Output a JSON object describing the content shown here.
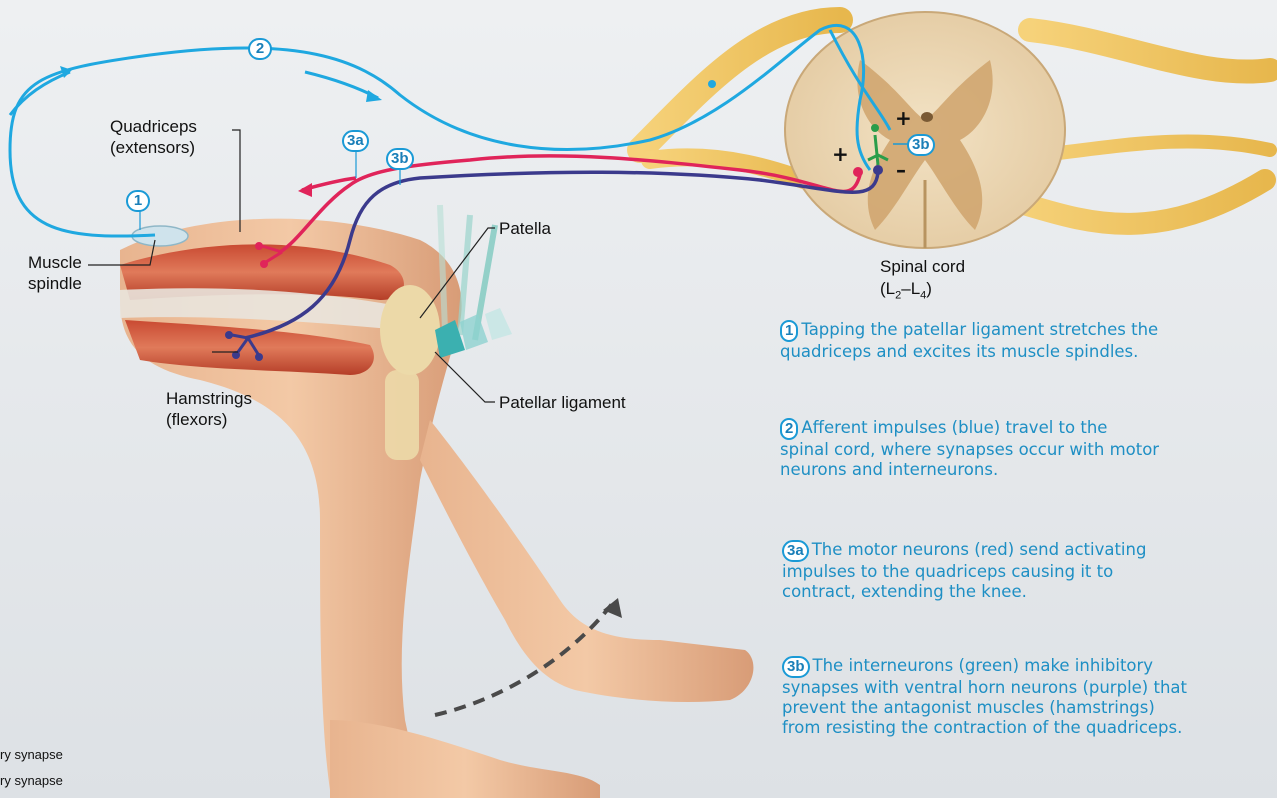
{
  "labels": {
    "quadriceps": "Quadriceps",
    "quadriceps_sub": "(extensors)",
    "muscle": "Muscle",
    "spindle": "spindle",
    "hamstrings": "Hamstrings",
    "hamstrings_sub": "(flexors)",
    "patella": "Patella",
    "patellar_ligament": "Patellar ligament",
    "spinal_cord": "Spinal cord",
    "spinal_cord_level_prefix": "(L",
    "spinal_cord_level_sub1": "2",
    "spinal_cord_level_dash": "–L",
    "spinal_cord_level_sub2": "4",
    "spinal_cord_level_suffix": ")",
    "legend_excitatory": "ry synapse",
    "legend_inhibitory": "ry synapse"
  },
  "badges": {
    "b1": "1",
    "b2": "2",
    "b3a": "3a",
    "b3b": "3b"
  },
  "signs": {
    "plus": "+",
    "minus": "–"
  },
  "steps": [
    {
      "badge": "1",
      "line1": "Tapping the patellar ligament stretches the",
      "line2": "quadriceps and excites its muscle spindles."
    },
    {
      "badge": "2",
      "line1": "Afferent impulses (blue) travel to the",
      "line2": "spinal cord, where synapses occur with motor",
      "line3": "neurons and interneurons."
    },
    {
      "badge": "3a",
      "line1": "The motor neurons (red) send activating",
      "line2": "impulses to the quadriceps causing it to",
      "line3": "contract, extending the knee."
    },
    {
      "badge": "3b",
      "line1": "The interneurons (green) make inhibitory",
      "line2": "synapses with ventral horn neurons (purple) that",
      "line3": "prevent the antagonist muscles (hamstrings)",
      "line4": "from resisting the contraction of the quadriceps."
    }
  ],
  "colors": {
    "afferent": "#1fa8e0",
    "motor": "#e0245a",
    "interneuron": "#2a9d4a",
    "ventral": "#3b3a8c",
    "text_blue": "#1e8fc4"
  }
}
